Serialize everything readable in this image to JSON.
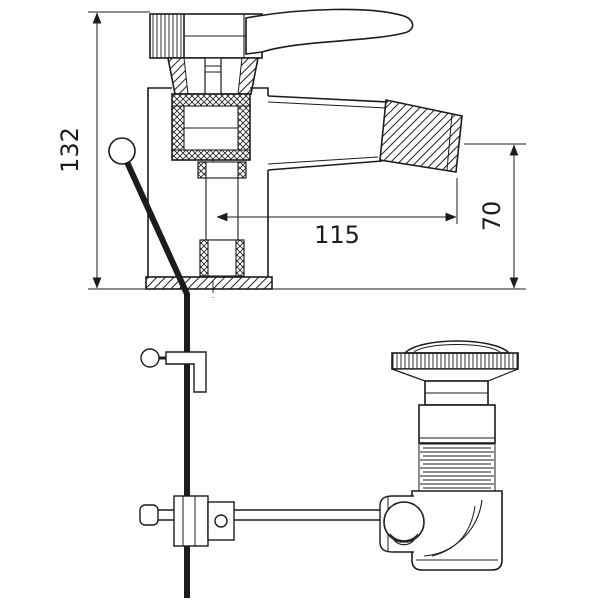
{
  "drawing": {
    "kind": "technical line drawing",
    "dimensions": {
      "overall_height": "132",
      "spout_reach": "115",
      "outlet_height": "70"
    },
    "colors": {
      "line": "#1c1c1c",
      "background": "#ffffff"
    }
  }
}
